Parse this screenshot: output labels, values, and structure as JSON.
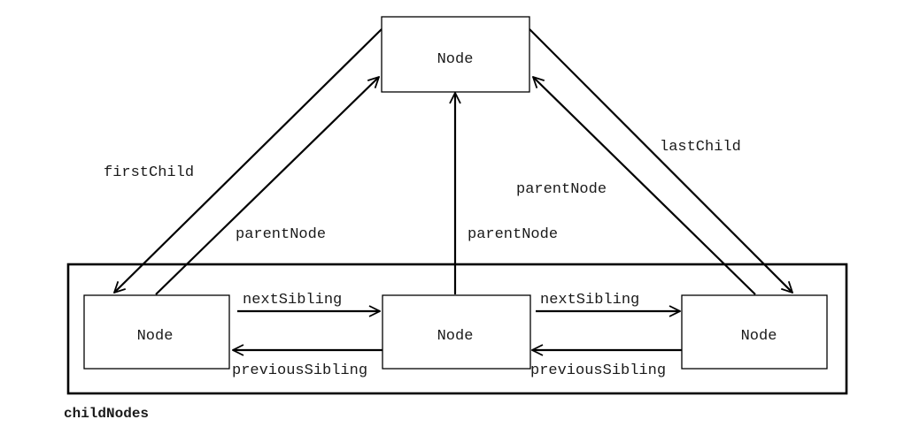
{
  "nodes": {
    "parent": "Node",
    "first_child": "Node",
    "middle_child": "Node",
    "last_child": "Node"
  },
  "edges": {
    "first_child": "firstChild",
    "last_child": "lastChild",
    "parent_node_first": "parentNode",
    "parent_node_middle": "parentNode",
    "parent_node_last": "parentNode",
    "next_sibling_1": "nextSibling",
    "next_sibling_2": "nextSibling",
    "previous_sibling_1": "previousSibling",
    "previous_sibling_2": "previousSibling"
  },
  "group": {
    "label": "childNodes"
  },
  "colors": {
    "line": "#000000",
    "text": "#1a1a1a",
    "background": "#ffffff"
  }
}
